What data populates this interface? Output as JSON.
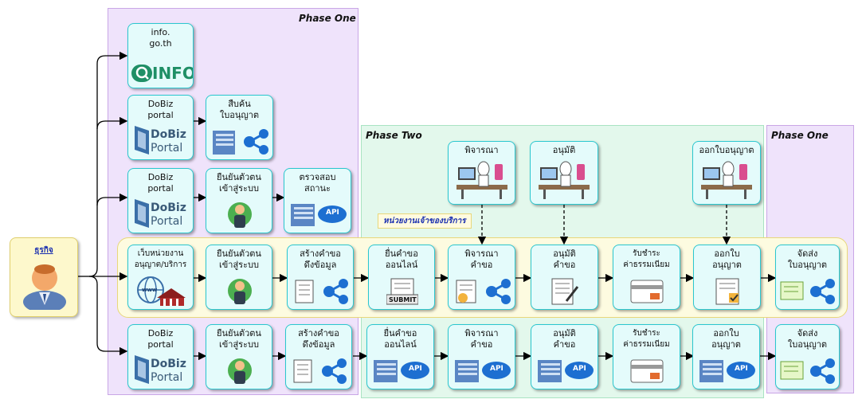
{
  "phases": {
    "phase1_title": "Phase One",
    "phase2_title": "Phase Two",
    "phase3_title": "Phase One"
  },
  "actor": {
    "label": "ธุรกิจ",
    "icon": "business-user-icon"
  },
  "band": {
    "label": "หน่วยงานเจ้าของบริการ"
  },
  "officers": [
    {
      "label": "พิจารณา",
      "icon": "officer-desk-icon"
    },
    {
      "label": "อนุมัติ",
      "icon": "officer-desk-icon"
    },
    {
      "label": "ออกใบอนุญาต",
      "icon": "officer-desk-icon"
    }
  ],
  "row1": {
    "label": "info.\ngo.th",
    "logo_text": "INFO"
  },
  "row2": [
    {
      "label": "DoBiz\nportal",
      "logo_top": "DoBiz",
      "logo_bottom": "Portal"
    },
    {
      "label": "สืบค้น\nใบอนุญาต",
      "icon": "server-share-icon"
    }
  ],
  "row3": [
    {
      "label": "DoBiz\nportal",
      "logo_top": "DoBiz",
      "logo_bottom": "Portal"
    },
    {
      "label": "ยืนยันตัวตน\nเข้าสู่ระบบ",
      "icon": "identity-user-icon"
    },
    {
      "label": "ตรวจสอบ\nสถานะ",
      "icon": "server-api-icon",
      "api": "API"
    }
  ],
  "row4": [
    {
      "label": "เว็บหน่วยงาน\nอนุญาต/บริการ",
      "icon": "web-government-icon",
      "www": "www"
    },
    {
      "label": "ยืนยันตัวตน\nเข้าสู่ระบบ",
      "icon": "identity-user-icon"
    },
    {
      "label": "สร้างคำขอ\nดึงข้อมูล",
      "icon": "form-share-icon"
    },
    {
      "label": "ยื่นคำขอ\nออนไลน์",
      "icon": "submit-form-icon",
      "submit": "SUBMIT"
    },
    {
      "label": "พิจารณา\nคำขอ",
      "icon": "review-share-icon"
    },
    {
      "label": "อนุมัติ\nคำขอ",
      "icon": "approve-document-icon"
    },
    {
      "label": "รับชำระ\nค่าธรรมเนียม",
      "icon": "payment-card-icon"
    },
    {
      "label": "ออกใบ\nอนุญาต",
      "icon": "issue-license-icon"
    },
    {
      "label": "จัดส่ง\nใบอนุญาต",
      "icon": "send-license-share-icon"
    }
  ],
  "row5": [
    {
      "label": "DoBiz\nportal",
      "logo_top": "DoBiz",
      "logo_bottom": "Portal"
    },
    {
      "label": "ยืนยันตัวตน\nเข้าสู่ระบบ",
      "icon": "identity-user-icon"
    },
    {
      "label": "สร้างคำขอ\nดึงข้อมูล",
      "icon": "form-share-icon"
    },
    {
      "label": "ยื่นคำขอ\nออนไลน์",
      "icon": "server-api-icon",
      "api": "API"
    },
    {
      "label": "พิจารณา\nคำขอ",
      "icon": "server-api-icon",
      "api": "API"
    },
    {
      "label": "อนุมัติ\nคำขอ",
      "icon": "server-api-icon",
      "api": "API"
    },
    {
      "label": "รับชำระ\nค่าธรรมเนียม",
      "icon": "payment-card-icon"
    },
    {
      "label": "ออกใบ\nอนุญาต",
      "icon": "server-api-icon",
      "api": "API"
    },
    {
      "label": "จัดส่ง\nใบอนุญาต",
      "icon": "send-license-share-icon"
    }
  ]
}
